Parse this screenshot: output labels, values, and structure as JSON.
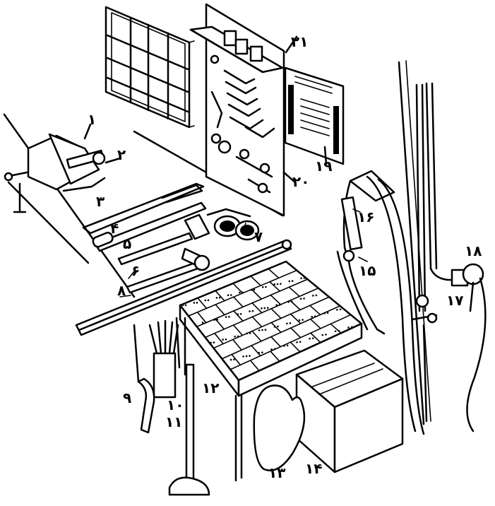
{
  "labels": {
    "l1": "۱",
    "l2": "۲",
    "l3": "۳",
    "l4": "۴",
    "l5": "۵",
    "l6": "۶",
    "l7": "۷",
    "l8": "۸",
    "l9": "۹",
    "l10": "۱۰",
    "l11": "۱۱",
    "l12": "۱۲",
    "l13": "۱۳",
    "l14": "۱۴",
    "l15": "۱۵",
    "l16": "۱۶",
    "l17": "۱۷",
    "l18": "۱۸",
    "l19": "۱۹",
    "l20": "۲۰",
    "l21": "۲۱"
  }
}
